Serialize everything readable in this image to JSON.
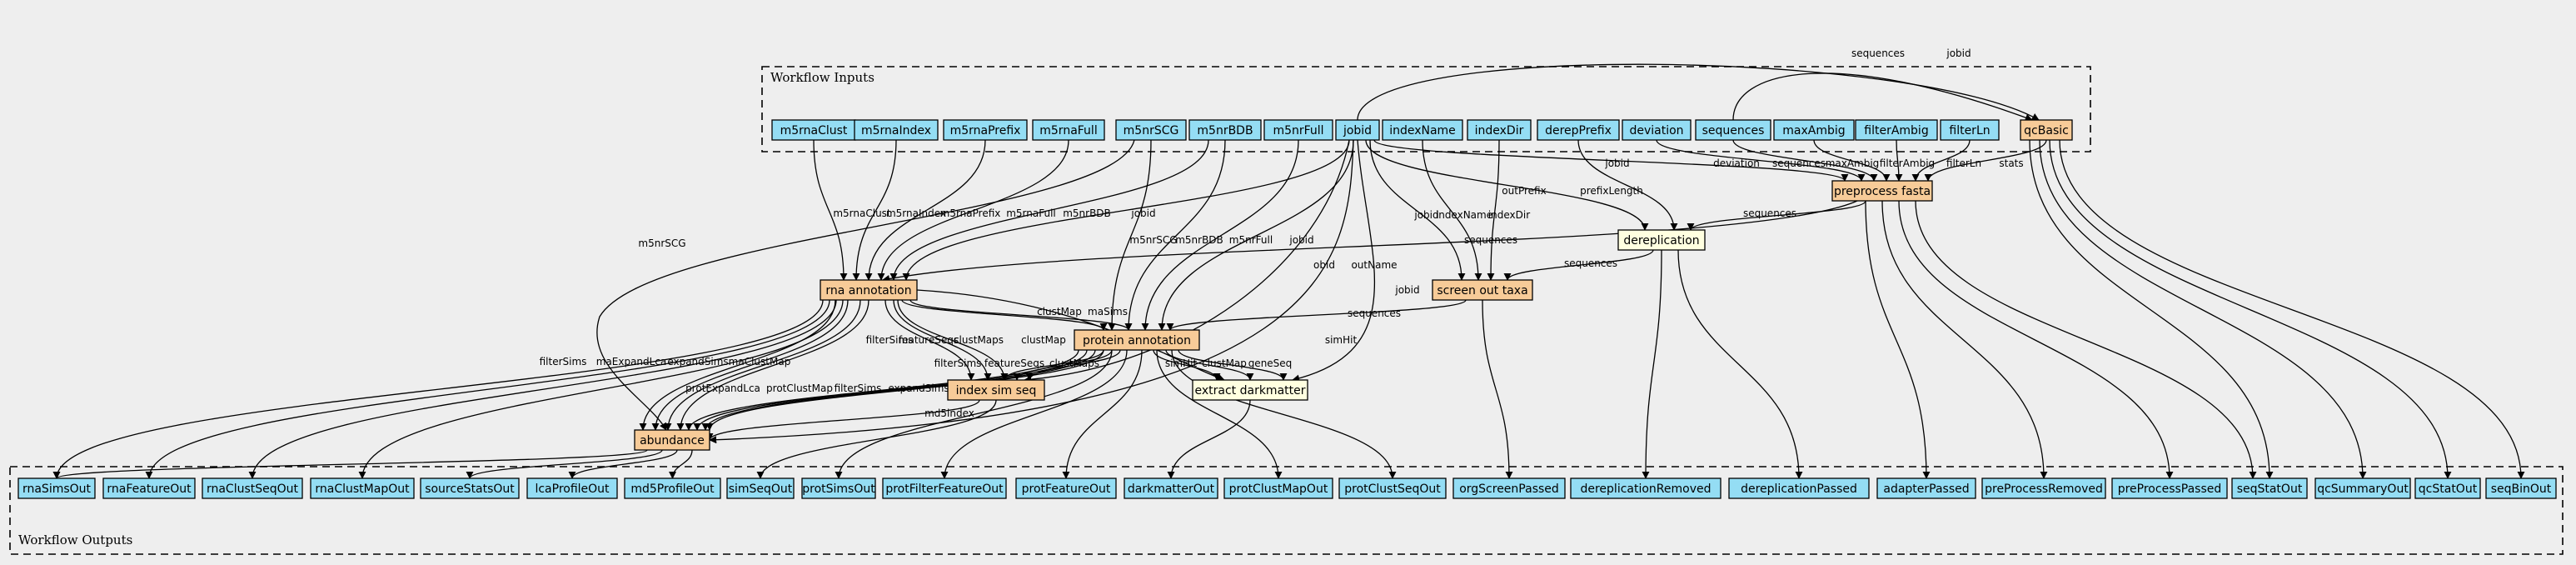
{
  "colors": {
    "background": "#eeeeee",
    "io_node": "#94ddf4",
    "step_node": "#f7cb98",
    "tool_node": "#ffffe0"
  },
  "clusters": {
    "inputs_label": "Workflow Inputs",
    "outputs_label": "Workflow Outputs"
  },
  "nodes": {
    "in_m5rnaClust": "m5rnaClust",
    "in_m5rnaIndex": "m5rnaIndex",
    "in_m5rnaPrefix": "m5rnaPrefix",
    "in_m5rnaFull": "m5rnaFull",
    "in_m5nrSCG": "m5nrSCG",
    "in_m5nrBDB": "m5nrBDB",
    "in_m5nrFull": "m5nrFull",
    "in_jobid": "jobid",
    "in_indexName": "indexName",
    "in_indexDir": "indexDir",
    "in_derepPrefix": "derepPrefix",
    "in_deviation": "deviation",
    "in_sequences": "sequences",
    "in_maxAmbig": "maxAmbig",
    "in_filterAmbig": "filterAmbig",
    "in_filterLn": "filterLn",
    "st_qcBasic": "qcBasic",
    "st_preprocess": "preprocess fasta",
    "st_dereplication": "dereplication",
    "st_rna": "rna annotation",
    "st_screen": "screen out taxa",
    "st_protein": "protein annotation",
    "st_indexsim": "index sim seq",
    "st_darkmatter": "extract darkmatter",
    "st_abundance": "abundance",
    "out_rnaSimsOut": "rnaSimsOut",
    "out_rnaFeatureOut": "rnaFeatureOut",
    "out_rnaClustSeqOut": "rnaClustSeqOut",
    "out_rnaClustMapOut": "rnaClustMapOut",
    "out_sourceStatsOut": "sourceStatsOut",
    "out_lcaProfileOut": "lcaProfileOut",
    "out_md5ProfileOut": "md5ProfileOut",
    "out_simSeqOut": "simSeqOut",
    "out_protSimsOut": "protSimsOut",
    "out_protFilterFeatureOut": "protFilterFeatureOut",
    "out_protFeatureOut": "protFeatureOut",
    "out_darkmatterOut": "darkmatterOut",
    "out_protClustMapOut": "protClustMapOut",
    "out_protClustSeqOut": "protClustSeqOut",
    "out_orgScreenPassed": "orgScreenPassed",
    "out_dereplicationRemoved": "dereplicationRemoved",
    "out_dereplicationPassed": "dereplicationPassed",
    "out_adapterPassed": "adapterPassed",
    "out_preProcessRemoved": "preProcessRemoved",
    "out_preProcessPassed": "preProcessPassed",
    "out_seqStatOut": "seqStatOut",
    "out_qcSummaryOut": "qcSummaryOut",
    "out_qcStatOut": "qcStatOut",
    "out_seqBinOut": "seqBinOut"
  },
  "edge_labels": {
    "sequences_top": "sequences",
    "jobid_top": "jobid",
    "rna_m5rnaClust": "m5rnaClust",
    "rna_m5rnaIndex": "m5rnaIndex",
    "rna_m5rnaPrefix": "m5rnaPrefix",
    "rna_m5rnaFull": "m5rnaFull",
    "rna_m5nrBDB": "m5nrBDB",
    "rna_jobid": "jobid",
    "prot_m5nrSCG": "m5nrSCG",
    "prot_m5nrBDB": "m5nrBDB",
    "prot_m5nrFull": "m5nrFull",
    "prot_jobid": "jobid",
    "abund_m5nrSCG": "m5nrSCG",
    "pre_jobid": "jobid",
    "pre_deviation": "deviation",
    "pre_sequences": "sequences",
    "pre_maxAmbig": "maxAmbig",
    "pre_filterAmbig": "filterAmbig",
    "pre_filterLn": "filterLn",
    "pre_stats": "stats",
    "derep_outPrefix": "outPrefix",
    "derep_prefixLength": "prefixLength",
    "derep_sequences": "sequences",
    "screen_jobid": "jobid",
    "screen_indexName": "indexName",
    "screen_indexDir": "indexDir",
    "screen_sequences": "sequences",
    "rna_sequences": "sequences",
    "prot_sequences": "sequences",
    "obid": "obid",
    "outName": "outName",
    "jobid_right": "jobid",
    "simHit_right": "simHit",
    "prot_clustMap": "clustMap",
    "prot_maSims": "maSims",
    "rna_clustMap": "clustMap",
    "rna_filterSims": "filterSims",
    "rna_featureSeqs": "featureSeqs",
    "rna_clustMaps": "clustMaps",
    "idx_filterSims": "filterSims",
    "idx_featureSeqs": "featureSeqs",
    "idx_clustMaps": "clustMaps",
    "dm_simHit": "simHit",
    "dm_clustMap": "clustMap",
    "dm_geneSeq": "geneSeq",
    "ab_filterSims": "filterSims",
    "ab_maExpandLca": "maExpandLca",
    "ab_expandSims": "expandSims",
    "ab_maClustMap": "maClustMap",
    "ab_protExpandLca": "protExpandLca",
    "ab_protClustMap": "protClustMap",
    "ab_filterSims2": "filterSims",
    "ab_expandSims2": "expandSims",
    "ab_md5index": "md5index"
  }
}
